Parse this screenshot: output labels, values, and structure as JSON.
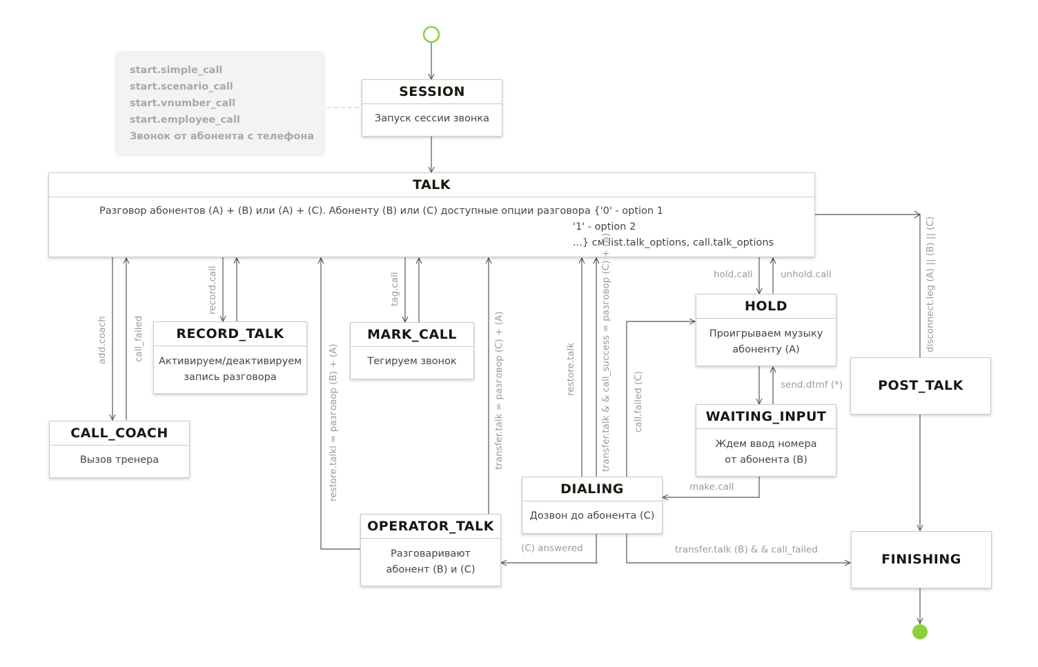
{
  "colors": {
    "start_node": "#8bd13a",
    "line": "#555555",
    "label": "#9a9a9a"
  },
  "note_lines": [
    "start.simple_call",
    "start.scenario_call",
    "start.vnumber_call",
    "start.employee_call",
    "Звонок от абонента с телефона"
  ],
  "states": {
    "session": {
      "title": "SESSION",
      "desc": "Запуск сессии звонка"
    },
    "talk": {
      "title": "TALK",
      "desc_line1": "Разговор абонентов (А) + (В) или (А) + (С). Абоненту (В) или (С) доступные опции разговора {'0' - option 1",
      "desc_line2": "'1' - option 2",
      "desc_line3": "...} см list.talk_options, call.talk_options"
    },
    "call_coach": {
      "title": "CALL_COACH",
      "desc": "Вызов тренера"
    },
    "record_talk": {
      "title": "RECORD_TALK",
      "desc": "Активируем/деактивируем\nзапись разговора"
    },
    "mark_call": {
      "title": "MARK_CALL",
      "desc": "Тегируем звонок"
    },
    "hold": {
      "title": "HOLD",
      "desc": "Проигрываем музыку\nабоненту (А)"
    },
    "waiting_input": {
      "title": "WAITING_INPUT",
      "desc": "Ждем ввод номера\nот абонента (В)"
    },
    "dialing": {
      "title": "DIALING",
      "desc": "Дозвон до абонента (С)"
    },
    "operator_talk": {
      "title": "OPERATOR_TALK",
      "desc": "Разговаривают\nабонент (В) и (С)"
    },
    "post_talk": {
      "title": "POST_TALK"
    },
    "finishing": {
      "title": "FINISHING"
    }
  },
  "transitions": {
    "add_coach": "add.coach",
    "call_failed": "call_failed",
    "record_call": "record.call",
    "tag_call": "tag.call",
    "restore_talkl": "restore.talkl = разговор (В) + (А)",
    "transfer_talk_c": "transfer.talk = разговор (С) + (А)",
    "restore_talk": "restore.talk",
    "transfer_talk_success": "transfer.talk & & call_success = разговор (С) + (А)",
    "call_failed_c": "call.failed (С)",
    "hold_call": "hold.call",
    "unhold_call": "unhold.call",
    "send_dtmf": "send.dtmf (*)",
    "make_call": "make.call",
    "c_answered": "(С) answered",
    "transfer_talk_b_failed": "transfer.talk (B) & & call_failed",
    "disconnect_leg": "disconnect.leg (A) || (B) || (C)"
  }
}
